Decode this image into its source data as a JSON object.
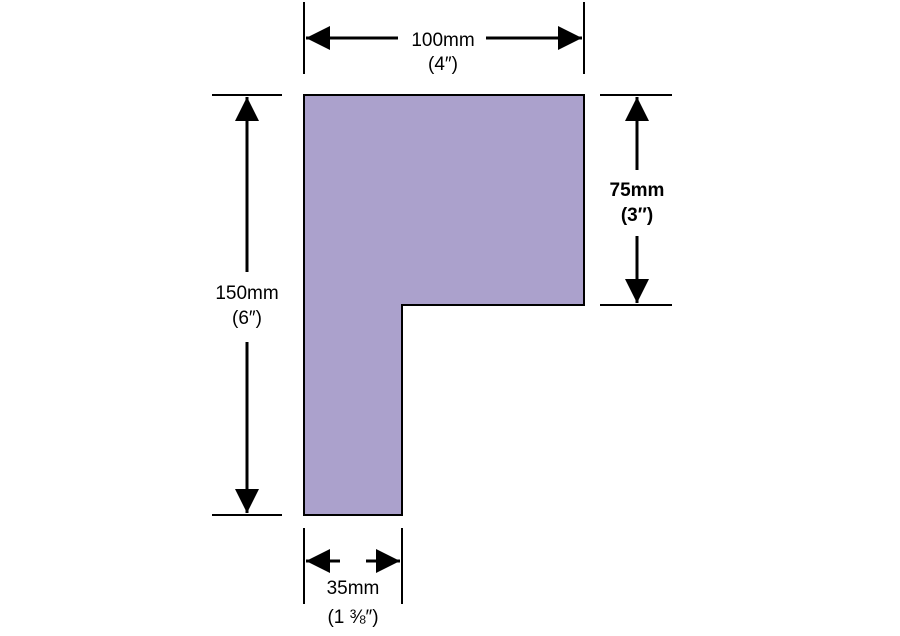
{
  "colors": {
    "shape_fill": "#aba1cc",
    "stroke": "#000000",
    "background": "#ffffff"
  },
  "dimensions": {
    "top_width": {
      "metric": "100mm",
      "imperial": "(4″)"
    },
    "left_height": {
      "metric": "150mm",
      "imperial": "(6″)"
    },
    "right_height": {
      "metric": "75mm",
      "imperial": "(3″)"
    },
    "bottom_width": {
      "metric": "35mm",
      "imperial": "(1 ⅜″)"
    }
  }
}
